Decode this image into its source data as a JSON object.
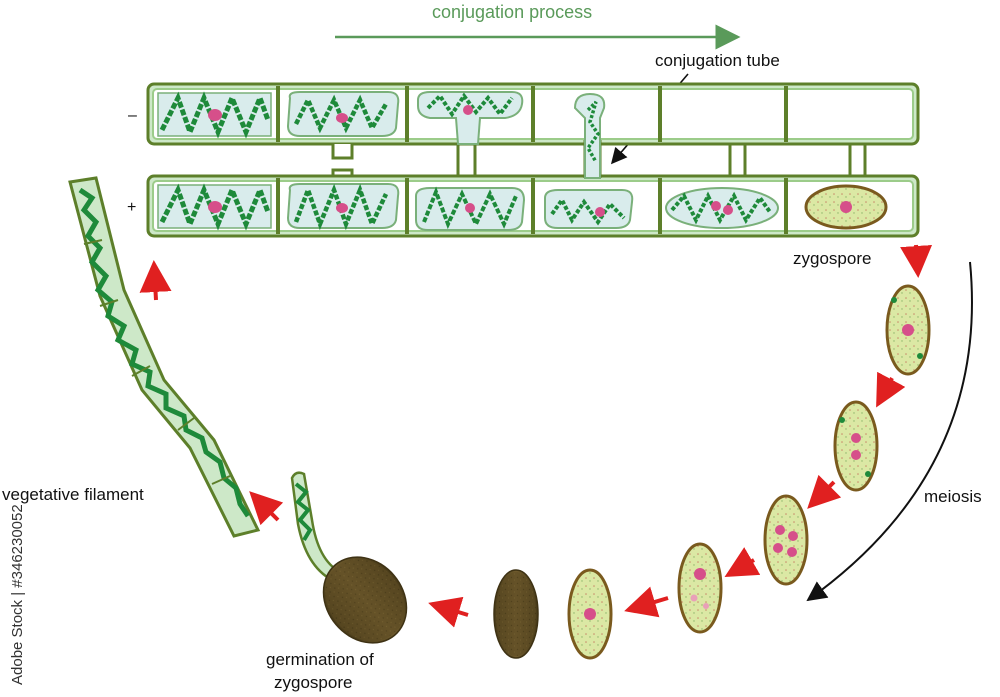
{
  "title": "conjugation process",
  "labels": {
    "conjugation_tube": "conjugation tube",
    "minus": "–",
    "plus": "+",
    "zygospore": "zygospore",
    "meiosis": "meiosis",
    "vegetative_filament": "vegetative filament",
    "germination_line1": "germination of",
    "germination_line2": "zygospore"
  },
  "watermark": "Adobe Stock | #346230052",
  "colors": {
    "title_green": "#5a9a5a",
    "cell_wall": "#5d7f2a",
    "cell_wall_fill": "#a8d4a8",
    "cytoplasm": "#cfe6e6",
    "chloroplast": "#1e8a3a",
    "nucleus": "#d64f8a",
    "zygospore_fill": "#d9e8a0",
    "zygospore_wall": "#7a5a1e",
    "dark_spore": "#5a4a22",
    "red_arrow": "#e02020"
  }
}
